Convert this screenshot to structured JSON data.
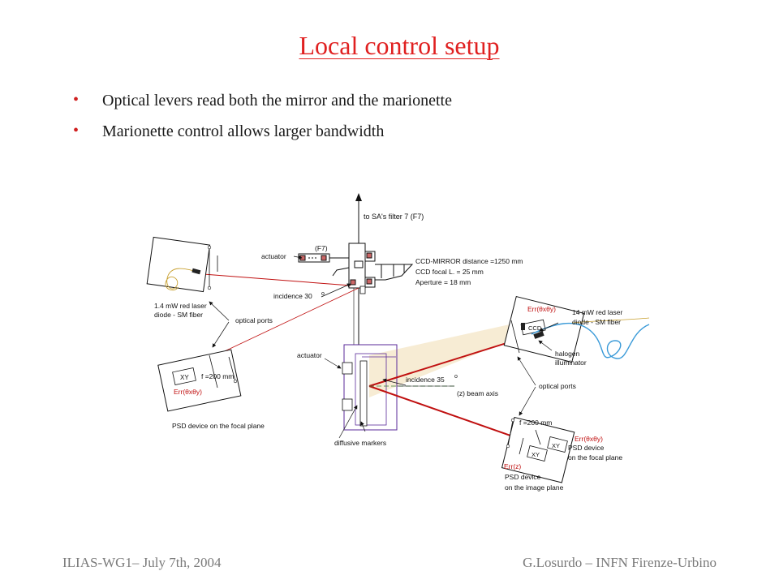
{
  "title": "Local control setup",
  "bullets": [
    "Optical levers read both the mirror and the marionette",
    "Marionette control allows larger bandwidth"
  ],
  "footer": {
    "left": "ILIAS-WG1– July 7th, 2004",
    "right": "G.Losurdo – INFN Firenze-Urbino"
  },
  "diagram": {
    "filter_label": "to SA's filter 7 (F7)",
    "f7_label": "(F7)",
    "actuator_top": "actuator",
    "ccd_mirror_distance": "CCD-MIRROR distance =1250 mm",
    "ccd_focal": "CCD focal L. = 25 mm",
    "aperture": "Aperture = 18 mm",
    "incidence_30": "incidence 30",
    "left_laser_line1": "1.4 mW red laser",
    "left_laser_line2": "diode - SM fiber",
    "optical_ports_left": "optical ports",
    "xy_left": "XY",
    "focal_left": "f =200 mm",
    "err_left": "Err(θxθy)",
    "psd_left": "PSD device on the focal plane",
    "actuator_mid": "actuator",
    "diffusive_markers": "diffusive markers",
    "incidence_35": "incidence 35",
    "beam_axis": "(z) beam axis",
    "err_ccd": "Err(θxθy)",
    "ccd": "CCD",
    "right_laser_line1": "14 mW red laser",
    "right_laser_line2": "diode - SM fiber",
    "halogen_line1": "halogen",
    "halogen_line2": "illuminator",
    "optical_ports_right": "optical ports",
    "focal_right": "f =200 mm",
    "err_right": "Err(θxθy)",
    "psd_right_line1": "PSD device",
    "psd_right_line2": "on the focal plane",
    "xy_right1": "XY",
    "xy_right2": "XY",
    "err_z": "Err(z)",
    "psd_image_line1": "PSD device",
    "psd_image_line2": "on the image plane",
    "degree_symbol": "o"
  }
}
